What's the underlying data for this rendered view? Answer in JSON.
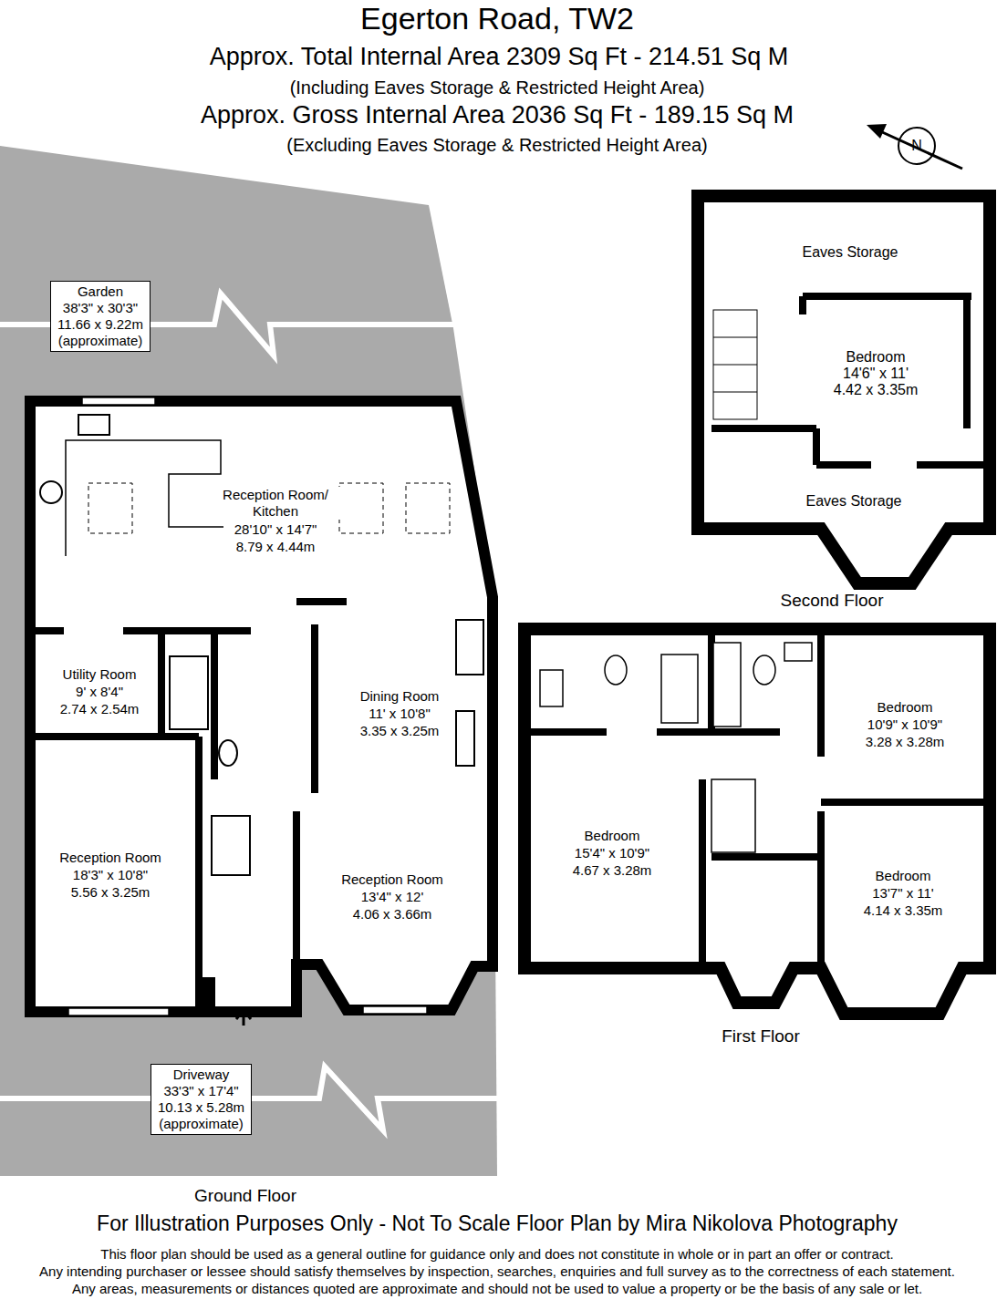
{
  "diagram": {
    "title": "Egerton Road, TW2",
    "nodes": [
      {
        "text": [
          "Garden",
          "38'3\" x 30'3\"",
          "11.66 x 9.22m",
          "(approximate)"
        ]
      },
      {
        "text": [
          "Driveway",
          "33'3\" x 17'4\"",
          "10.13 x 5.28m",
          "(approximate)"
        ]
      }
    ],
    "labels": [
      "Approx. Total Internal Area 2309 Sq Ft - 214.51 Sq M",
      "(Including Eaves Storage & Restricted Height Area)",
      "Approx. Gross Internal Area 2036 Sq Ft - 189.15 Sq M",
      "(Excluding Eaves Storage & Restricted Height Area)",
      "N",
      "Eaves Storage",
      "Bedroom",
      "14'6\" x 11'",
      "4.42 x 3.35m",
      "Eaves Storage",
      "Second Floor",
      "Reception Room/ Kitchen",
      "28'10\" x 14'7\"",
      "8.79 x 4.44m",
      "Utility Room",
      "9' x 8'4\"",
      "2.74 x 2.54m",
      "Dining Room",
      "11' x 10'8\"",
      "3.35 x 3.25m",
      "Reception Room",
      "18'3\" x 10'8\"",
      "5.56 x 3.25m",
      "Reception Room",
      "13'4\" x 12'",
      "4.06 x 3.66m",
      "Ground Floor",
      "Bedroom",
      "10'9\" x 10'9\"",
      "3.28 x 3.28m",
      "Bedroom",
      "15'4\" x 10'9\"",
      "4.67 x 3.28m",
      "Bedroom",
      "13'7\" x 11'",
      "4.14 x 3.35m",
      "First Floor",
      "For Illustration Purposes Only - Not To Scale Floor Plan by Mira Nikolova Photography",
      "This floor plan should be used as a general outline for guidance only and does not constitute in whole or in part an offer or contract.",
      "Any intending purchaser or lessee should satisfy themselves by inspection, searches, enquiries and full survey as to the correctness of each statement.",
      "Any areas, measurements or distances quoted are approximate and should not be used to value a property or be the basis of any sale or let."
    ]
  }
}
